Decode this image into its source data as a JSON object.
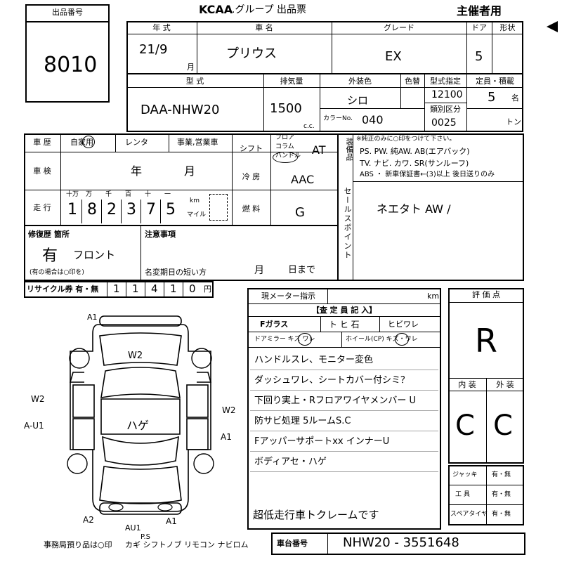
{
  "lot_box": {
    "label": "出品番号",
    "value": "8010"
  },
  "header": {
    "brand": "KCAA",
    "title": ".グループ 出品票",
    "role": "主催者用"
  },
  "row1": {
    "year_label": "年 式",
    "year_value": "21/9",
    "year_unit": "月",
    "name_label": "車 名",
    "name_value": "プリウス",
    "grade_label": "グレード",
    "grade_value": "EX",
    "doors_label": "ドア",
    "doors_value": "5",
    "shape_label": "形状"
  },
  "row2": {
    "model_label": "型 式",
    "model_value": "DAA-NHW20",
    "disp_label": "排気量",
    "disp_value": "1500",
    "disp_unit": "c.c.",
    "color_label": "外装色",
    "color_value": "シロ",
    "color_change_label": "色替",
    "color_code_label": "カラーNo.",
    "color_code_value": "040",
    "type_spec_label": "型式指定",
    "type_spec_value": "12100",
    "class_label": "類別区分",
    "class_value": "0025",
    "capacity_label": "定員・積載",
    "capacity_value": "5",
    "capacity_unit": "名",
    "load_unit": "トン"
  },
  "history": {
    "label": "車 歴",
    "opt1": "自家用",
    "opt2": "レンタ",
    "opt3": "事業,営業車"
  },
  "shift": {
    "label": "シフト",
    "opts": [
      "フロア",
      "コラム",
      "ハンドル"
    ],
    "value": "AT"
  },
  "equip": {
    "label": "装備品",
    "note": "※純正のみに○印をつけて下さい。",
    "line1": "PS. PW. 純AW. AB(エアバック)",
    "line2": "TV. ナビ. カワ. SR(サンルーフ)",
    "line3": "ABS ・ 新車保証書←(3)以上 後日送りのみ"
  },
  "inspection": {
    "label": "車 検",
    "year_unit": "年",
    "month_unit": "月"
  },
  "aircon": {
    "label": "冷 房",
    "value": "AAC"
  },
  "mileage": {
    "label": "走 行",
    "units": [
      "十万",
      "万",
      "千",
      "百",
      "十",
      "一"
    ],
    "digits": [
      "1",
      "8",
      "2",
      "3",
      "7",
      "5"
    ],
    "km": "km",
    "mile": "マイル"
  },
  "fuel": {
    "label": "燃 料",
    "value": "G"
  },
  "sales": {
    "label": "セールスポイント",
    "value": "ネエタト AW /"
  },
  "repair": {
    "label": "修復歴 箇所",
    "value": "有",
    "detail": "フロント",
    "note": "(有の場合は○印を)"
  },
  "notes": {
    "label": "注意事項",
    "reg_label": "名変期日の短い方",
    "month": "月",
    "day": "日まで"
  },
  "recycle": {
    "label": "リサイクル券 有・無",
    "digits": [
      "1",
      "1",
      "4",
      "1",
      "0"
    ],
    "unit": "円"
  },
  "meter": {
    "label": "現メーター指示",
    "unit": "km"
  },
  "inspector": {
    "header": "【査 定 員 記 入】",
    "glass_label": "Fガラス",
    "glass_opts": "ト ヒ 石",
    "crack": "ヒビワレ",
    "mirror": "ドアミラー キズ ワレ",
    "wheel": "ホイール(CP) キズ・ワレ",
    "lines": [
      "ハンドルスレ、モニター変色",
      "ダッシュワレ、シートカバー付シミ？",
      "下回り実上・Rフロアワイヤメンバー U",
      "防サビ処理 5ルームS.C",
      "Fアッパーサポートxx インナーU",
      "ボディアセ・ハゲ"
    ],
    "bottom": "超低走行車トクレームです"
  },
  "grade_box": {
    "label": "評 価 点",
    "value": "R",
    "int_label": "内 装",
    "ext_label": "外 装",
    "int_value": "C",
    "ext_value": "C"
  },
  "tools": {
    "jack": "ジャッキ",
    "tool": "工 具",
    "spare": "スペアタイヤ",
    "opts": "有・無"
  },
  "diagram_marks": {
    "top": "A1",
    "w2_top": "W2",
    "left1": "W2",
    "left2": "A-U1",
    "right1": "W2",
    "right2": "A1",
    "center": "ハゲ",
    "bottom1": "A2",
    "bottom2": "AU1",
    "bottom3": "A1",
    "bottom4": "P.S"
  },
  "office": {
    "label": "事務局預り品は○印",
    "items": "カギ シフトノブ リモコン ナビロム"
  },
  "chassis": {
    "label": "車台番号",
    "value": "NHW20 - 3551648"
  }
}
